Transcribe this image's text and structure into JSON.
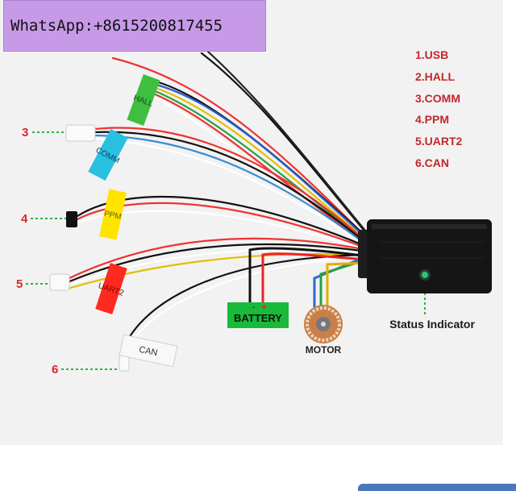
{
  "banner": {
    "text": "WhatsApp:+8615200817455"
  },
  "legend": [
    {
      "label": "1.USB"
    },
    {
      "label": "2.HALL"
    },
    {
      "label": "3.COMM"
    },
    {
      "label": "4.PPM"
    },
    {
      "label": "5.UART2"
    },
    {
      "label": "6.CAN"
    }
  ],
  "tags": {
    "hall": "HALL",
    "comm": "COMM",
    "ppm": "PPM",
    "uart2": "UART2",
    "can": "CAN"
  },
  "callouts": {
    "c3": "3",
    "c4": "4",
    "c5": "5",
    "c6": "6"
  },
  "battery": {
    "label": "BATTERY",
    "minus": "-",
    "plus": "+"
  },
  "motor": {
    "label": "MOTOR"
  },
  "status": {
    "label": "Status Indicator"
  },
  "colors": {
    "legend_red": "#c0282d",
    "callout_red": "#d8282d",
    "hall_tag": "#3fbf3f",
    "comm_tag": "#29c0e0",
    "ppm_tag": "#ffe400",
    "uart_tag": "#ff2a1f",
    "can_tag": "#f4f4f4",
    "battery_bg": "#19b93a",
    "controller": "#151515",
    "status_led": "#2ec27a"
  }
}
